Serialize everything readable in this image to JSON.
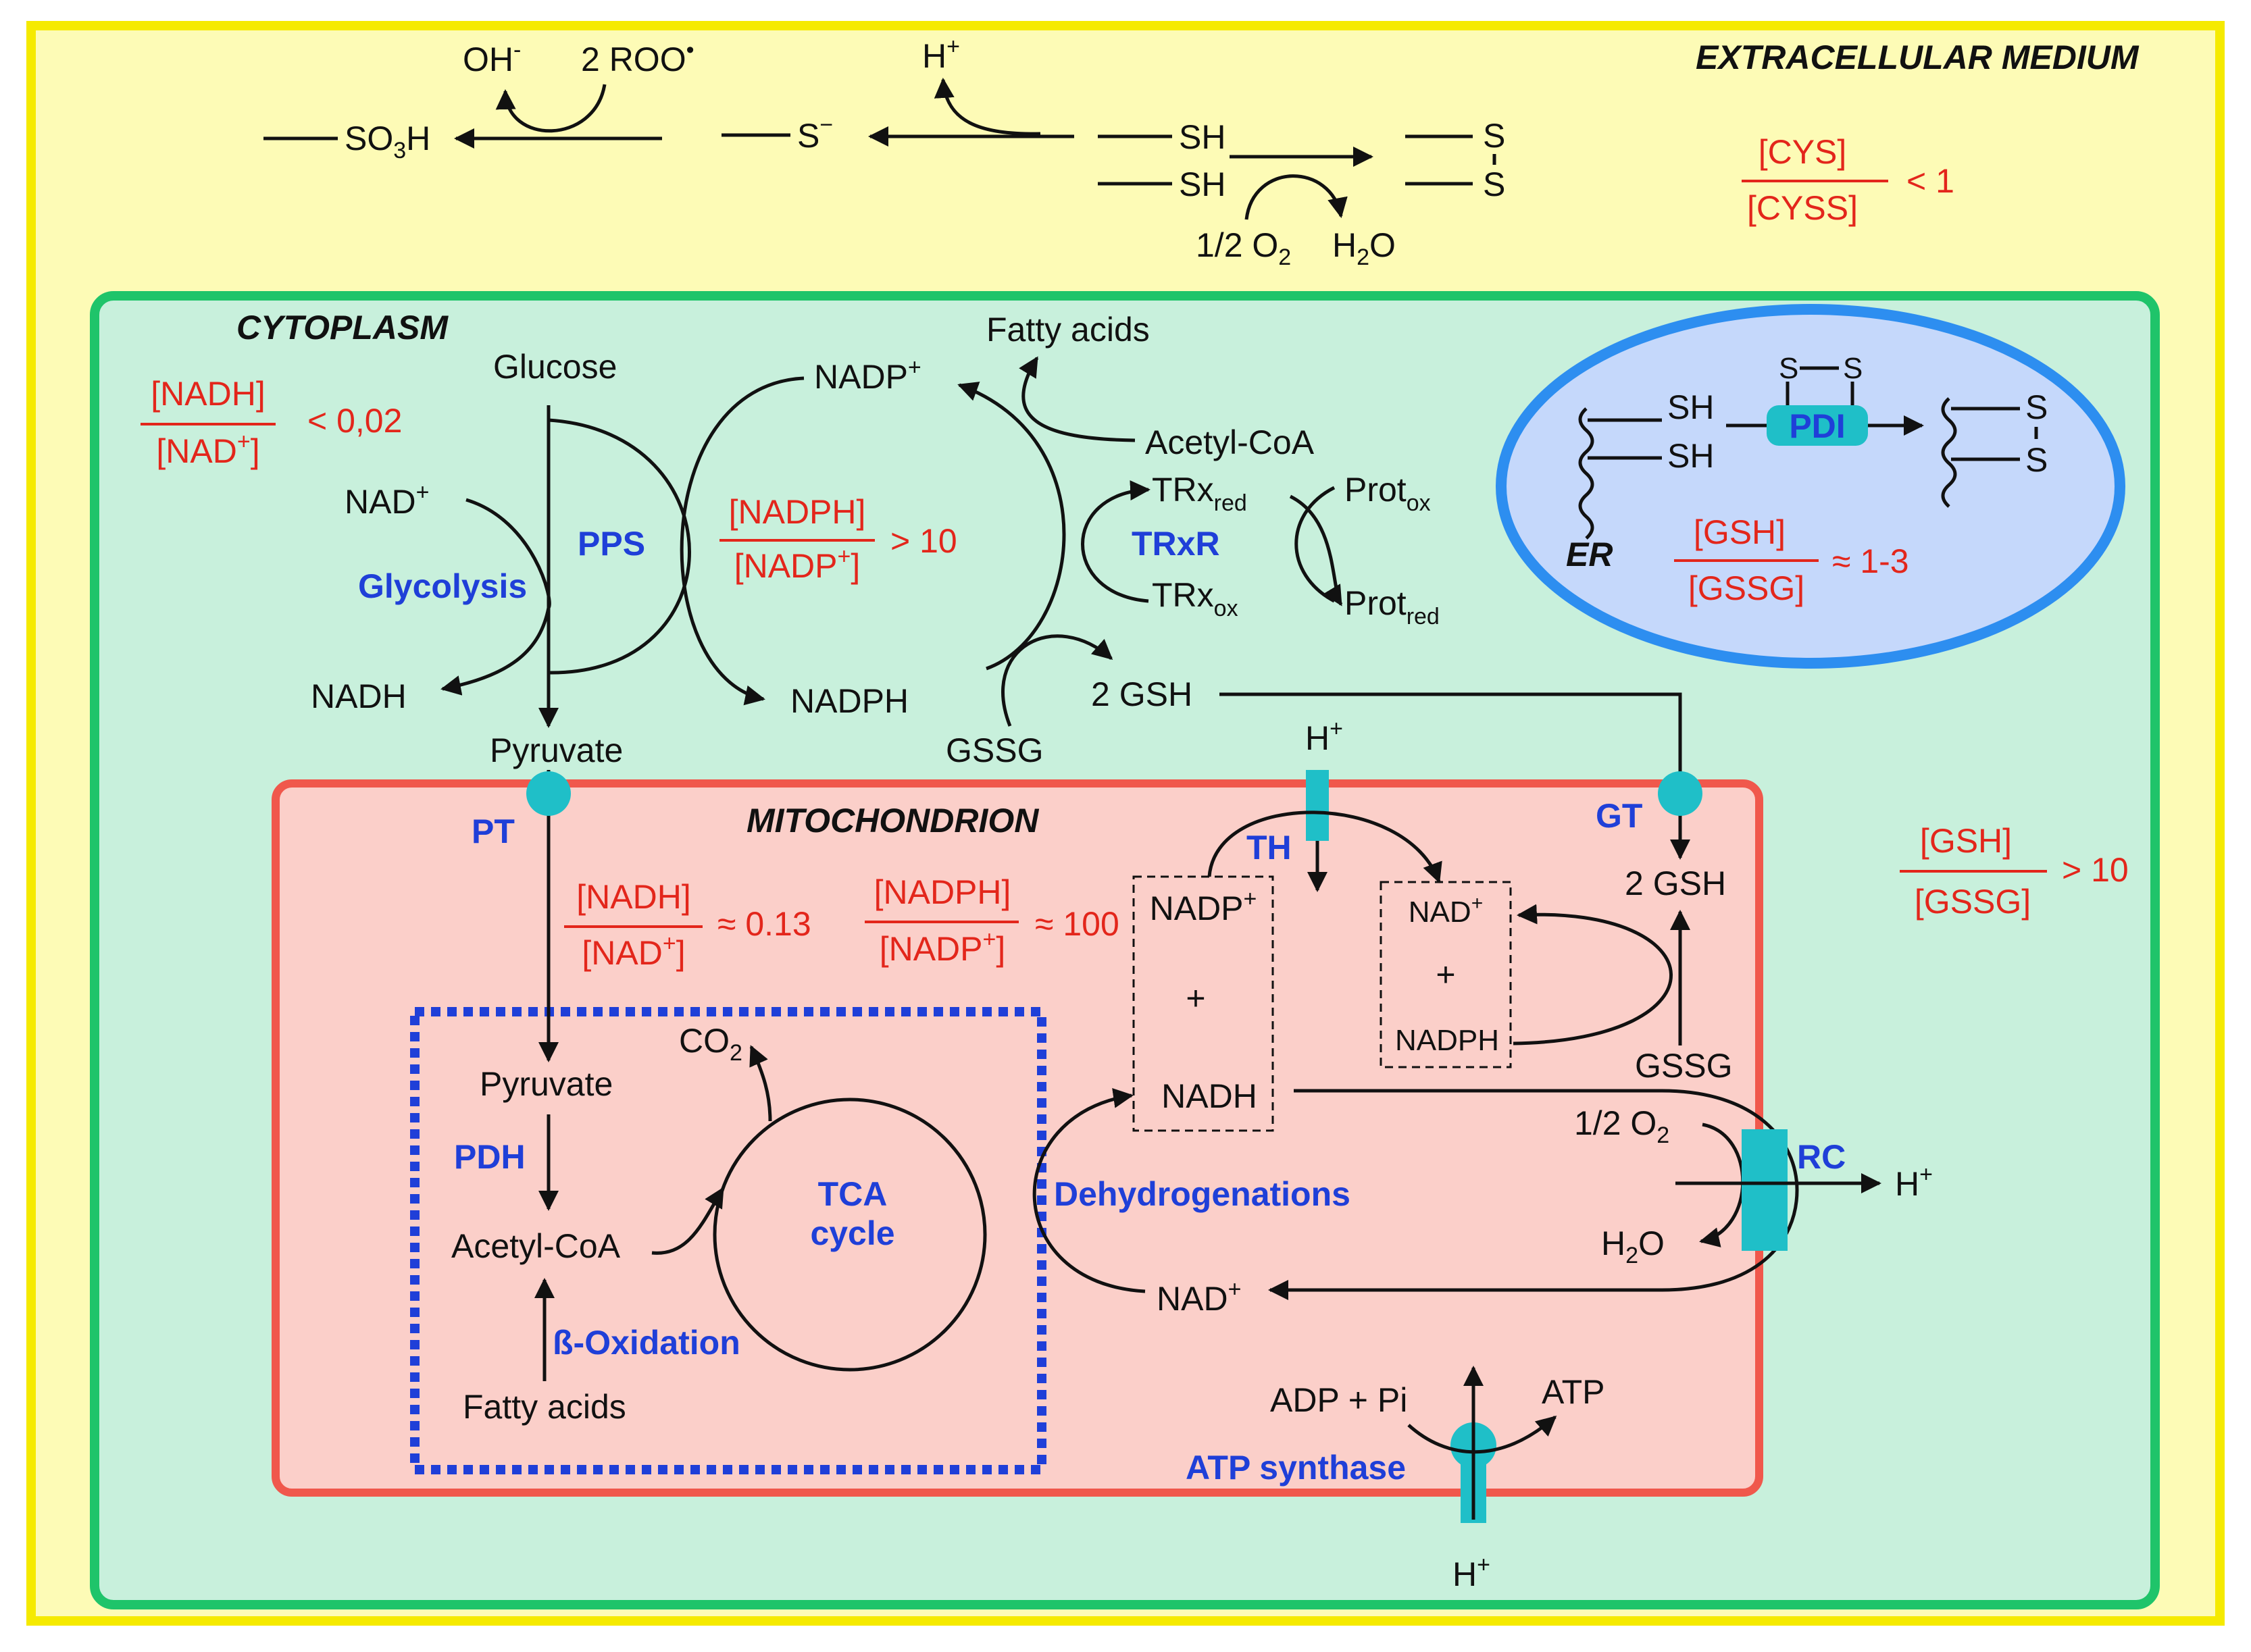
{
  "colors": {
    "outer_fill": "#fdfbb6",
    "outer_border": "#f5ea00",
    "cytoplasm_fill": "#c8f0dc",
    "cytoplasm_border": "#1fc46a",
    "er_fill": "#c5d8fb",
    "er_border": "#2d8ef0",
    "mito_fill": "#fbcfc9",
    "mito_border": "#f0584c",
    "tca_border": "#1f3fd8",
    "transporter": "#1fbfc8",
    "ratio_text": "#e3261b",
    "enzyme_text": "#1f3fd8"
  },
  "regions": {
    "extracellular": "EXTRACELLULAR MEDIUM",
    "cytoplasm": "CYTOPLASM",
    "er": "ER",
    "mitochondrion": "MITOCHONDRION"
  },
  "extracellular": {
    "oh": "OH",
    "oh_sup": "-",
    "roo": "2 ROO",
    "roo_sup": "•",
    "so3h": "SO",
    "so3h_sub": "3",
    "so3h_tail": "H",
    "s_minus": "S",
    "s_minus_sup": "−",
    "h_plus": "H",
    "h_plus_sup": "+",
    "sh_top": "SH",
    "sh_bottom": "SH",
    "o2": "1/2 O",
    "o2_sub": "2",
    "h2o": "H",
    "h2o_sub": "2",
    "h2o_tail": "O",
    "s_top": "S",
    "s_bottom": "S",
    "ratio_num": "[CYS]",
    "ratio_den": "[CYSS]",
    "ratio_value": "< 1"
  },
  "cytoplasm": {
    "glucose": "Glucose",
    "nad_plus": "NAD",
    "nad_plus_sup": "+",
    "glycolysis": "Glycolysis",
    "nadh": "NADH",
    "pyruvate": "Pyruvate",
    "pps": "PPS",
    "nadh_ratio_num": "[NADH]",
    "nadh_ratio_den": "[NAD",
    "nadh_ratio_den_sup": "+",
    "nadh_ratio_den_tail": "]",
    "nadh_ratio_value": "< 0,02",
    "nadp_plus": "NADP",
    "nadp_plus_sup": "+",
    "fatty_acids": "Fatty acids",
    "acetyl_coa": "Acetyl-CoA",
    "nadph_ratio_num": "[NADPH]",
    "nadph_ratio_den": "[NADP",
    "nadph_ratio_den_sup": "+",
    "nadph_ratio_den_tail": "]",
    "nadph_ratio_value": "> 10",
    "nadph": "NADPH",
    "trx_red": "TRx",
    "trx_red_sub": "red",
    "trxr": "TRxR",
    "trx_ox": "TRx",
    "trx_ox_sub": "ox",
    "prot_ox": "Prot",
    "prot_ox_sub": "ox",
    "prot_red": "Prot",
    "prot_red_sub": "red",
    "gsh2": "2 GSH",
    "gssg": "GSSG",
    "gsh_ratio_num": "[GSH]",
    "gsh_ratio_den": "[GSSG]",
    "gsh_ratio_value": "> 10"
  },
  "er": {
    "sh_top": "SH",
    "sh_bottom": "SH",
    "pdi": "PDI",
    "s_top": "S",
    "s_bottom": "S",
    "ss_left": "S",
    "ss_right": "S",
    "ratio_num": "[GSH]",
    "ratio_den": "[GSSG]",
    "ratio_value": "≈ 1-3"
  },
  "mitochondrion": {
    "pt": "PT",
    "th": "TH",
    "gt": "GT",
    "h_plus_top": "H",
    "h_plus_sup": "+",
    "gsh2": "2 GSH",
    "gssg": "GSSG",
    "nadh_ratio_num": "[NADH]",
    "nadh_ratio_den": "[NAD",
    "nadh_ratio_den_sup": "+",
    "nadh_ratio_den_tail": "]",
    "nadh_ratio_value": "≈ 0.13",
    "nadph_ratio_num": "[NADPH]",
    "nadph_ratio_den": "[NADP",
    "nadph_ratio_den_sup": "+",
    "nadph_ratio_den_tail": "]",
    "nadph_ratio_value": "≈ 100",
    "box1_top": "NADP",
    "box1_top_sup": "+",
    "box1_plus": "+",
    "box1_bottom": "NADH",
    "box2_top": "NAD",
    "box2_top_sup": "+",
    "box2_plus": "+",
    "box2_bottom": "NADPH",
    "pyruvate": "Pyruvate",
    "pdh": "PDH",
    "acetyl_coa": "Acetyl-CoA",
    "beta_oxidation": "ß-Oxidation",
    "fatty_acids": "Fatty acids",
    "co2": "CO",
    "co2_sub": "2",
    "tca_line1": "TCA",
    "tca_line2": "cycle",
    "dehydrogenations": "Dehydrogenations",
    "o2": "1/2 O",
    "o2_sub": "2",
    "h2o": "H",
    "h2o_sub": "2",
    "h2o_tail": "O",
    "rc": "RC",
    "rc_h": "H",
    "rc_h_sup": "+",
    "nad_plus": "NAD",
    "nad_plus_sup": "+",
    "adp_pi": "ADP + Pi",
    "atp": "ATP",
    "atp_synthase": "ATP synthase",
    "h_plus_bottom": "H",
    "h_plus_bottom_sup": "+"
  }
}
